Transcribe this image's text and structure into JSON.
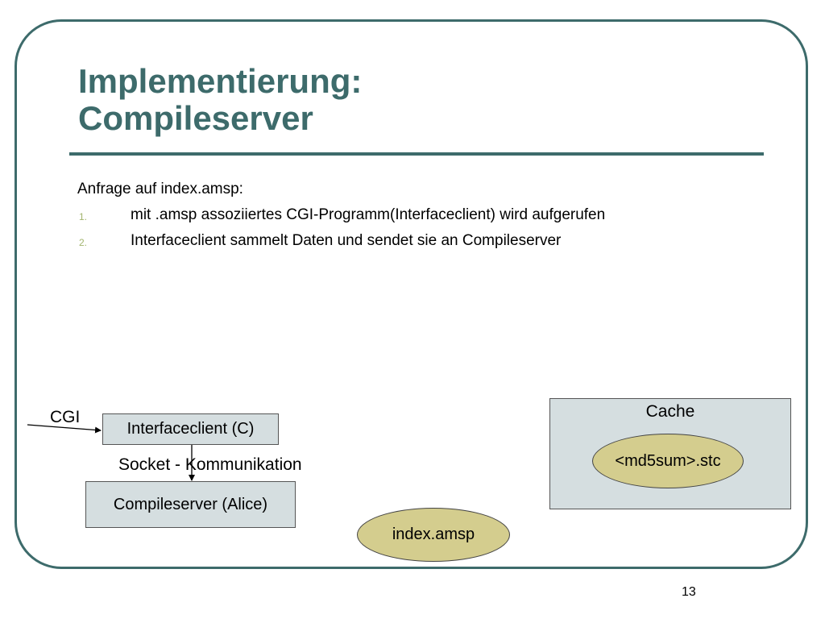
{
  "slide": {
    "title_line1": "Implementierung:",
    "title_line2": "Compileserver",
    "lead": "Anfrage auf index.amsp:",
    "items": [
      {
        "num": "1.",
        "text": "mit .amsp assoziiertes CGI-Programm(Interfaceclient) wird aufgerufen"
      },
      {
        "num": "2.",
        "text": "Interfaceclient sammelt Daten und sendet sie an Compileserver"
      }
    ],
    "page_number": "13"
  },
  "diagram": {
    "cgi_label": "CGI",
    "interfaceclient": "Interfaceclient (C)",
    "socket_label": "Socket - Kommunikation",
    "compileserver": "Compileserver (Alice)",
    "index_file": "index.amsp",
    "cache_title": "Cache",
    "cache_file": "<md5sum>.stc"
  },
  "colors": {
    "accent": "#3d6b6b",
    "box_fill": "#d5dee0",
    "ellipse_fill": "#d4cd8e",
    "list_number": "#a3b56f"
  }
}
